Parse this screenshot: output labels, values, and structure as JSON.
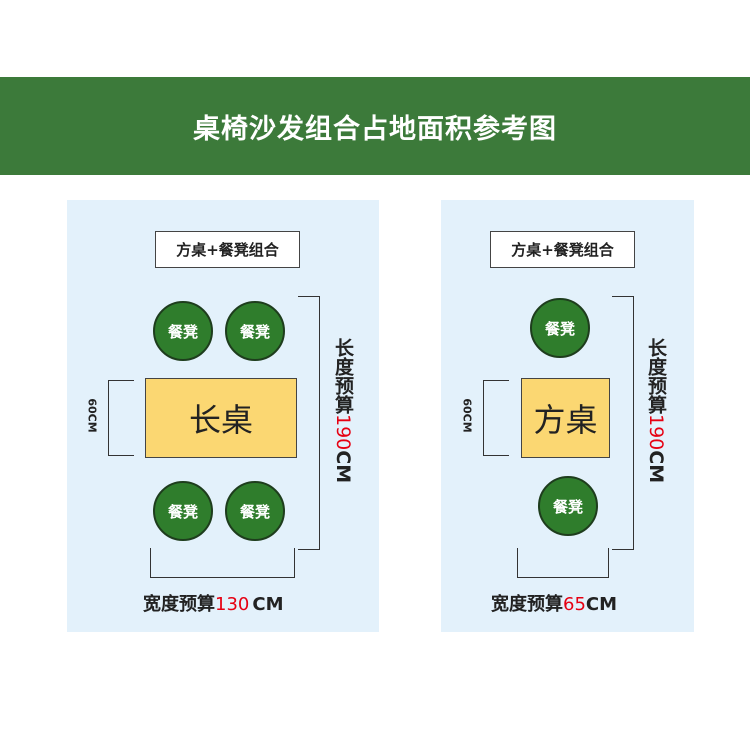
{
  "banner": {
    "title": "桌椅沙发组合占地面积参考图"
  },
  "left": {
    "label": "方桌+餐凳组合",
    "stools": [
      "餐凳",
      "餐凳",
      "餐凳",
      "餐凳"
    ],
    "table": "长桌",
    "depth": "60CM",
    "length_prefix": "长度预算",
    "length_value": "190",
    "length_unit": "CM",
    "width_prefix": "宽度预算",
    "width_value": "130",
    "width_unit": "CM"
  },
  "right": {
    "label": "方桌+餐凳组合",
    "stools": [
      "餐凳",
      "餐凳"
    ],
    "table": "方桌",
    "depth": "60CM",
    "length_prefix": "长度预算",
    "length_value": "190",
    "length_unit": "CM",
    "width_prefix": "宽度预算",
    "width_value": "65",
    "width_unit": "CM"
  },
  "colors": {
    "banner": "#3c7a3a",
    "panel": "#e3f1fb",
    "stool": "#2f7d2c",
    "table": "#fbd772",
    "highlight": "#e60012"
  }
}
